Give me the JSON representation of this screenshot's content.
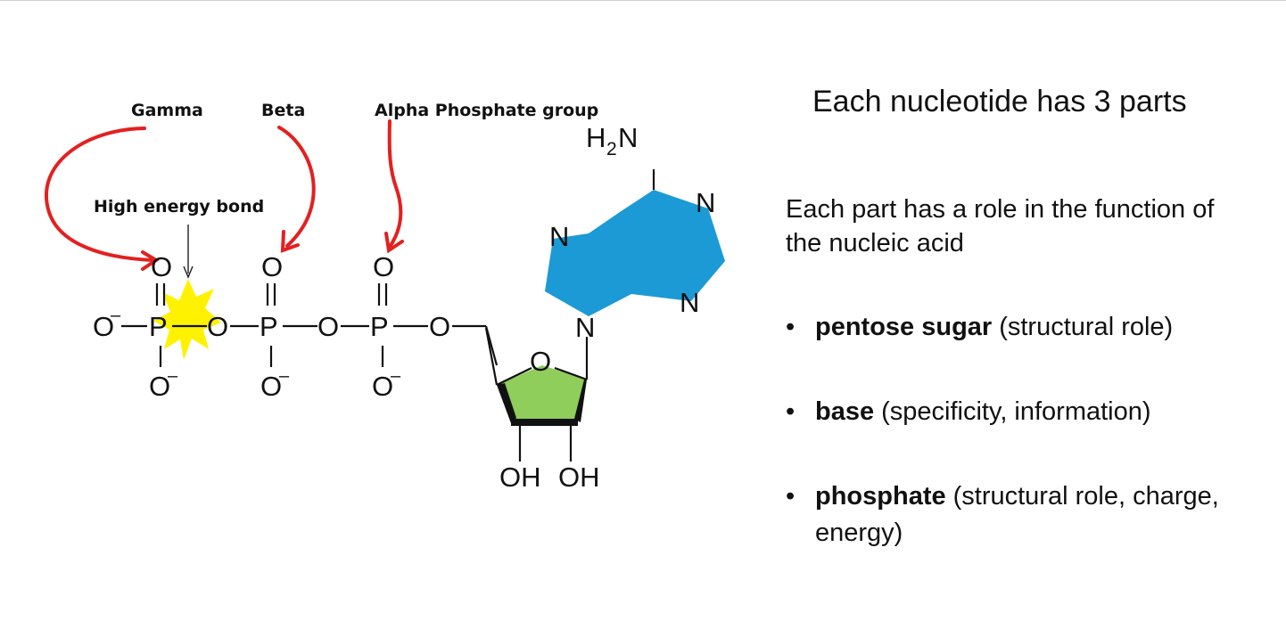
{
  "annotations": {
    "gamma": "Gamma",
    "beta": "Beta",
    "alpha": "Alpha Phosphate group",
    "high_energy_bond": "High energy bond"
  },
  "molecule": {
    "O": "O",
    "P": "P",
    "N": "N",
    "minus": "–",
    "amine_H": "H",
    "amine_sub": "2",
    "amine_N": "N",
    "OH": "OH",
    "colors": {
      "base": "#1b9ad6",
      "sugar": "#8fce5a",
      "arrow": "#e32020",
      "high_energy_burst": "#fff200"
    }
  },
  "text": {
    "heading": "Each nucleotide has 3 parts",
    "role": "Each part has a role in the function of the nucleic acid",
    "bullet_symbol": "•",
    "bullets": [
      {
        "term": "pentose sugar",
        "desc": "(structural role)"
      },
      {
        "term": "base",
        "desc": "(specificity, information)"
      },
      {
        "term": "phosphate",
        "desc": "(structural role, charge, energy)"
      }
    ]
  }
}
